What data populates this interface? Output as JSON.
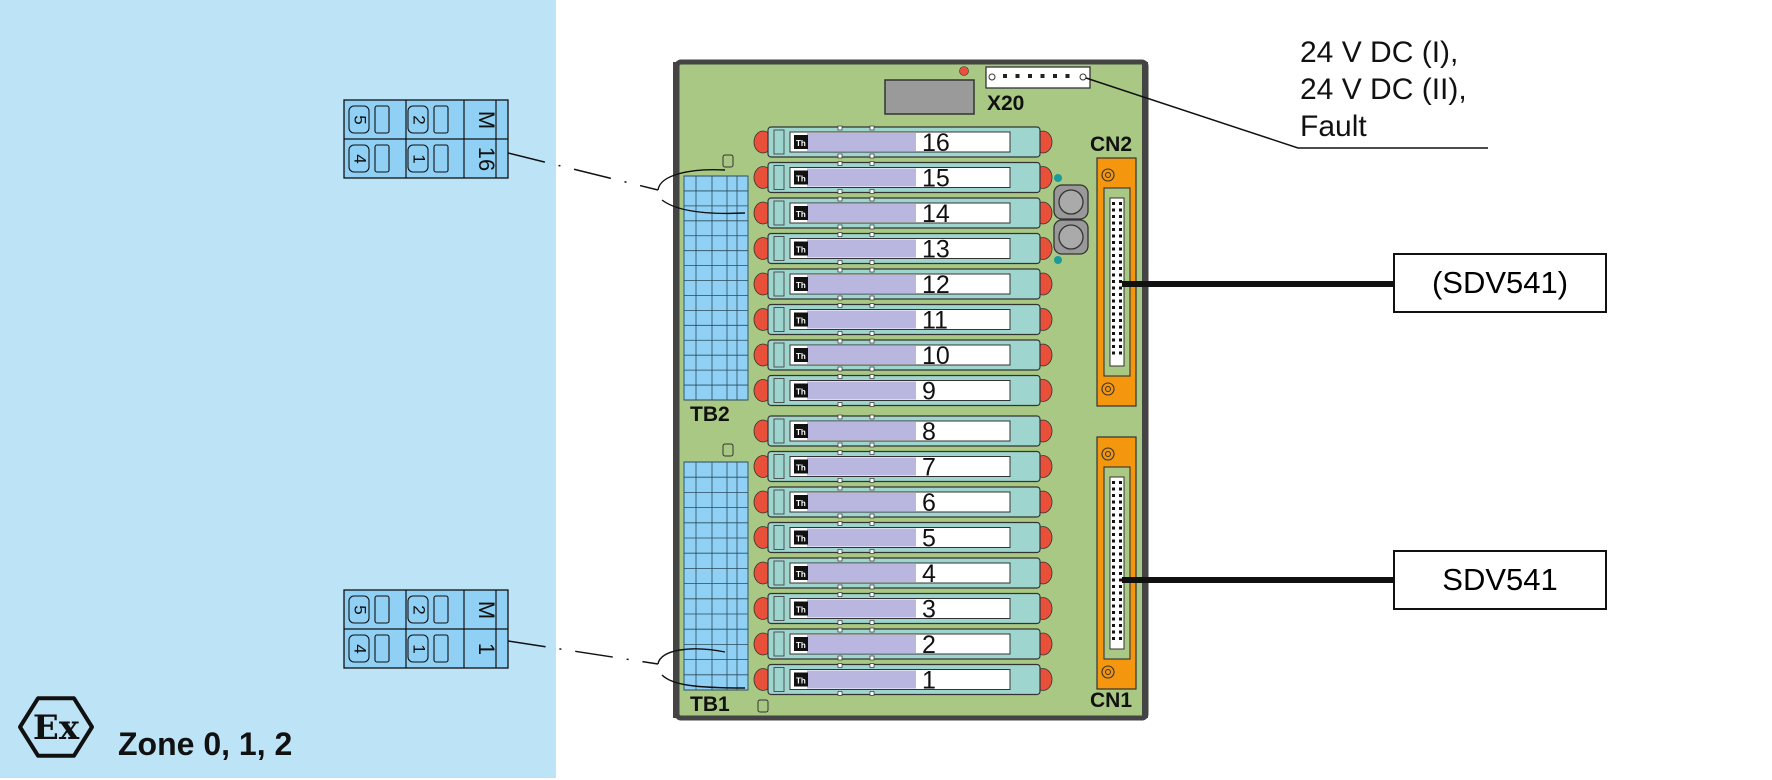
{
  "zone": {
    "label": "Zone 0, 1, 2",
    "symbol": "Ex",
    "background_color": "#bde3f7"
  },
  "colors": {
    "board": "#a9c883",
    "board_frame": "#444444",
    "module_body": "#9fd5cf",
    "module_window": "#b9b7e0",
    "module_led": "#e8503a",
    "terminal": "#8fd0f4",
    "connector": "#f5960f",
    "display": "#9a9a9a"
  },
  "board": {
    "power_connector_label": "X20",
    "terminal_block_top_label": "TB2",
    "terminal_block_bottom_label": "TB1",
    "connector_top_label": "CN2",
    "connector_bottom_label": "CN1",
    "module_badge": "Th",
    "modules": [
      "16",
      "15",
      "14",
      "13",
      "12",
      "11",
      "10",
      "9",
      "8",
      "7",
      "6",
      "5",
      "4",
      "3",
      "2",
      "1"
    ]
  },
  "plugs": [
    {
      "channel": "16",
      "terminals": {
        "top": [
          "5",
          "2",
          "M"
        ],
        "bottom": [
          "4",
          "1",
          "16"
        ]
      }
    },
    {
      "channel": "1",
      "terminals": {
        "top": [
          "5",
          "2",
          "M"
        ],
        "bottom": [
          "4",
          "1",
          "1"
        ]
      }
    }
  ],
  "external": {
    "x20_label_lines": [
      "24 V DC (I),",
      "24 V DC (II),",
      "Fault"
    ],
    "cn2_box": "(SDV541)",
    "cn1_box": "SDV541"
  }
}
